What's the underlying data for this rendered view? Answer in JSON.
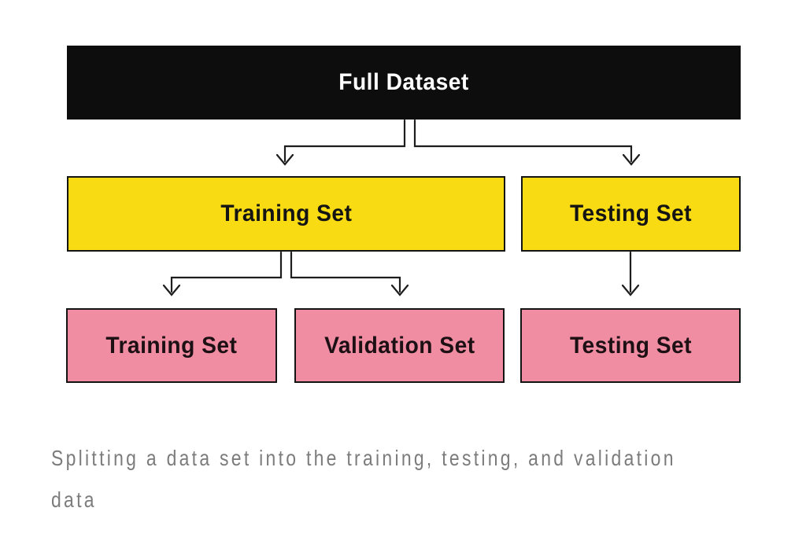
{
  "diagram": {
    "title": "Dataset splitting flow diagram",
    "nodes": {
      "full_dataset": {
        "label": "Full Dataset",
        "bg": "#0d0d0d",
        "text_color": "#ffffff"
      },
      "training_set": {
        "label": "Training Set",
        "bg": "#f8db12",
        "text_color": "#141414"
      },
      "testing_set": {
        "label": "Testing Set",
        "bg": "#f8db12",
        "text_color": "#141414"
      },
      "training_final": {
        "label": "Training Set",
        "bg": "#f08da2",
        "text_color": "#1c1014"
      },
      "validation_set": {
        "label": "Validation Set",
        "bg": "#f08da2",
        "text_color": "#1c1014"
      },
      "testing_final": {
        "label": "Testing Set",
        "bg": "#f08da2",
        "text_color": "#1c1014"
      }
    },
    "edges": [
      "full_dataset -> training_set",
      "full_dataset -> testing_set",
      "training_set -> training_final",
      "training_set -> validation_set",
      "testing_set -> testing_final"
    ],
    "colors": {
      "background": "#ffffff",
      "connector": "#1d1d1d",
      "yellow": "#f8db12",
      "pink": "#f08da2",
      "black_box": "#0d0d0d",
      "caption_gray": "#7c7c7c"
    },
    "caption": {
      "text": "Splitting a data set into the training, testing, and validation data",
      "lines": [
        "Splitting a data set into the training, testing, and validation",
        "data"
      ],
      "color": "#7c7c7c"
    }
  }
}
